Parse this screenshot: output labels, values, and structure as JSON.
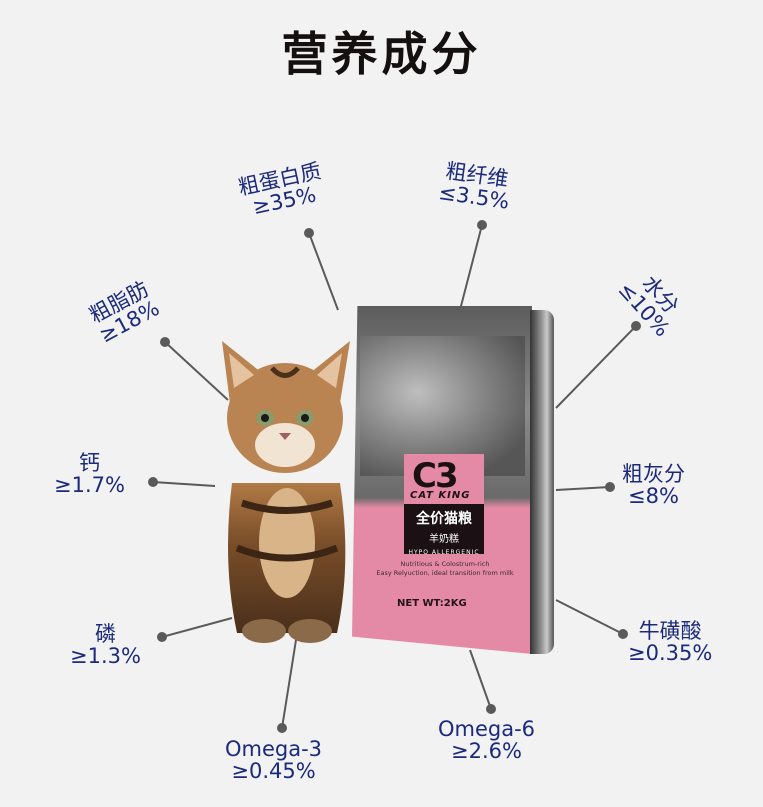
{
  "title": "营养成分",
  "nutrients": [
    {
      "id": "crude-protein",
      "name": "粗蛋白质",
      "value": "≥35%"
    },
    {
      "id": "crude-fiber",
      "name": "粗纤维",
      "value": "≤3.5%"
    },
    {
      "id": "crude-fat",
      "name": "粗脂肪",
      "value": "≥18%"
    },
    {
      "id": "moisture",
      "name": "水分",
      "value": "≤10%"
    },
    {
      "id": "calcium",
      "name": "钙",
      "value": "≥1.7%"
    },
    {
      "id": "crude-ash",
      "name": "粗灰分",
      "value": "≤8%"
    },
    {
      "id": "phosphorus",
      "name": "磷",
      "value": "≥1.3%"
    },
    {
      "id": "taurine",
      "name": "牛磺酸",
      "value": "≥0.35%"
    },
    {
      "id": "omega-3",
      "name": "Omega-3",
      "value": "≥0.45%"
    },
    {
      "id": "omega-6",
      "name": "Omega-6",
      "value": "≥2.6%"
    }
  ],
  "product": {
    "brand_logo": "C3",
    "brand_name": "CAT KING",
    "product_name": "全价猫粮",
    "subtitle": "羊奶糕",
    "tag": "HYPO ALLERGENIC",
    "description_line1": "Nutritious & Colostrum-rich",
    "description_line2": "Easy Relyuction, ideal transition from milk",
    "net_weight": "NET WT:2KG"
  },
  "colors": {
    "background": "#f2f2f2",
    "title": "#151010",
    "label": "#1b2a7c",
    "leader_line": "#5a5a5a",
    "bag_pink": "#e58aa6"
  }
}
